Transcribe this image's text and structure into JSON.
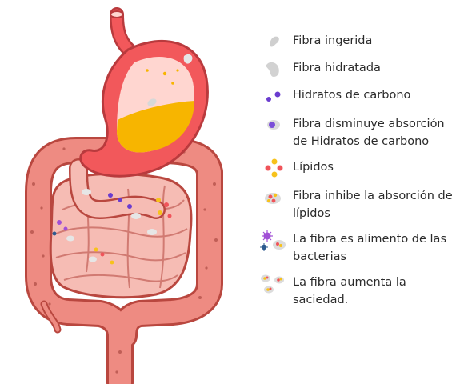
{
  "colors": {
    "intestine": "#ee8b82",
    "intestine_dark": "#b9473f",
    "small_intestine": "#f6bcb4",
    "stomach": "#f2585b",
    "stomach_inner": "#ffd6d0",
    "acid": "#f7b500",
    "fiber": "#d8d8d8",
    "carbohydrate": "#6a3ccf",
    "lipid_yellow": "#f7c21b",
    "lipid_red": "#f0545a",
    "bacteria_purple": "#a14fd6",
    "bacteria_blue": "#2d5a8f"
  },
  "legend": [
    {
      "icon": "fiber-ingested-icon",
      "text": "Fibra ingerida"
    },
    {
      "icon": "fiber-hydrated-icon",
      "text": "Fibra hidratada"
    },
    {
      "icon": "carbohydrates-icon",
      "text": "Hidratos de carbono"
    },
    {
      "icon": "fiber-reduces-carbs-icon",
      "text": "Fibra disminuye absorción de Hidratos de carbono"
    },
    {
      "icon": "lipids-icon",
      "text": "Lípidos"
    },
    {
      "icon": "fiber-inhibits-lipids-icon",
      "text": "Fibra inhibe la absorción de lípidos"
    },
    {
      "icon": "bacteria-icon",
      "text": "La fibra es alimento de las bacterias"
    },
    {
      "icon": "satiety-icon",
      "text": "La fibra aumenta la saciedad."
    }
  ]
}
